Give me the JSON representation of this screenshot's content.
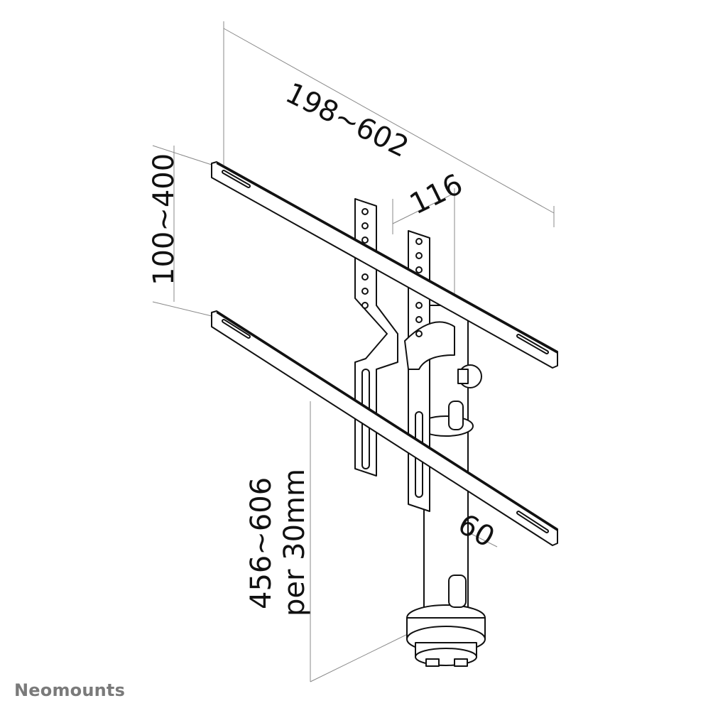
{
  "dimensions": {
    "width_range": "198~602",
    "plate_spacing": "116",
    "height_range": "100~400",
    "pole_offset": "60",
    "pole_height": "456~606",
    "pole_step": "per 30mm"
  },
  "brand": "Neomounts"
}
